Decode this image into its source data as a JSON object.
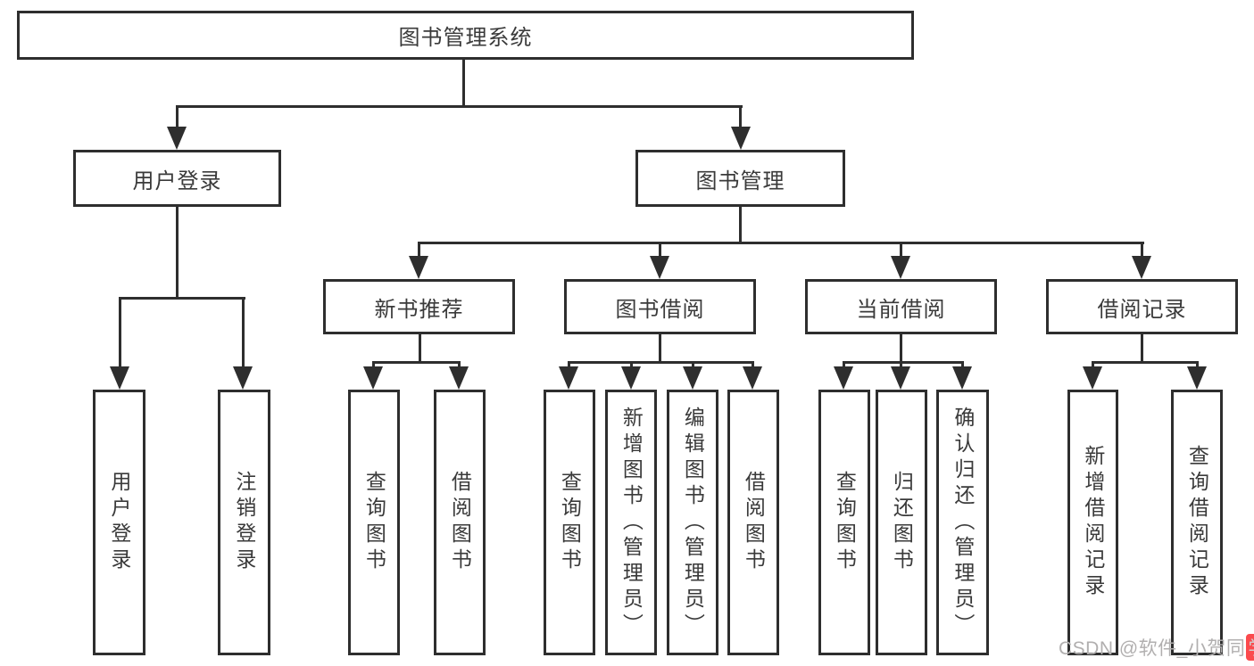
{
  "diagram": {
    "root": {
      "label": "图书管理系统"
    },
    "branches": [
      {
        "label": "用户登录",
        "children": [
          {
            "label": "用户登录"
          },
          {
            "label": "注销登录"
          }
        ]
      },
      {
        "label": "图书管理",
        "children": [
          {
            "label": "新书推荐",
            "children": [
              {
                "label": "查询图书"
              },
              {
                "label": "借阅图书"
              }
            ]
          },
          {
            "label": "图书借阅",
            "children": [
              {
                "label": "查询图书"
              },
              {
                "label": "新增图书（管理员）"
              },
              {
                "label": "编辑图书（管理员）"
              },
              {
                "label": "借阅图书"
              }
            ]
          },
          {
            "label": "当前借阅",
            "children": [
              {
                "label": "查询图书"
              },
              {
                "label": "归还图书"
              },
              {
                "label": "确认归还（管理员）"
              }
            ]
          },
          {
            "label": "借阅记录",
            "children": [
              {
                "label": "新增借阅记录"
              },
              {
                "label": "查询借阅记录"
              }
            ]
          }
        ]
      }
    ]
  },
  "watermark": {
    "text_main": "CSDN @软件_小贺同",
    "text_badge": "学",
    "text_color": "#b1afaf",
    "badge_color": "#fb4a4d"
  },
  "colors": {
    "line": "#2e2e2e",
    "text": "#3a3a3a",
    "background": "#ffffff"
  }
}
